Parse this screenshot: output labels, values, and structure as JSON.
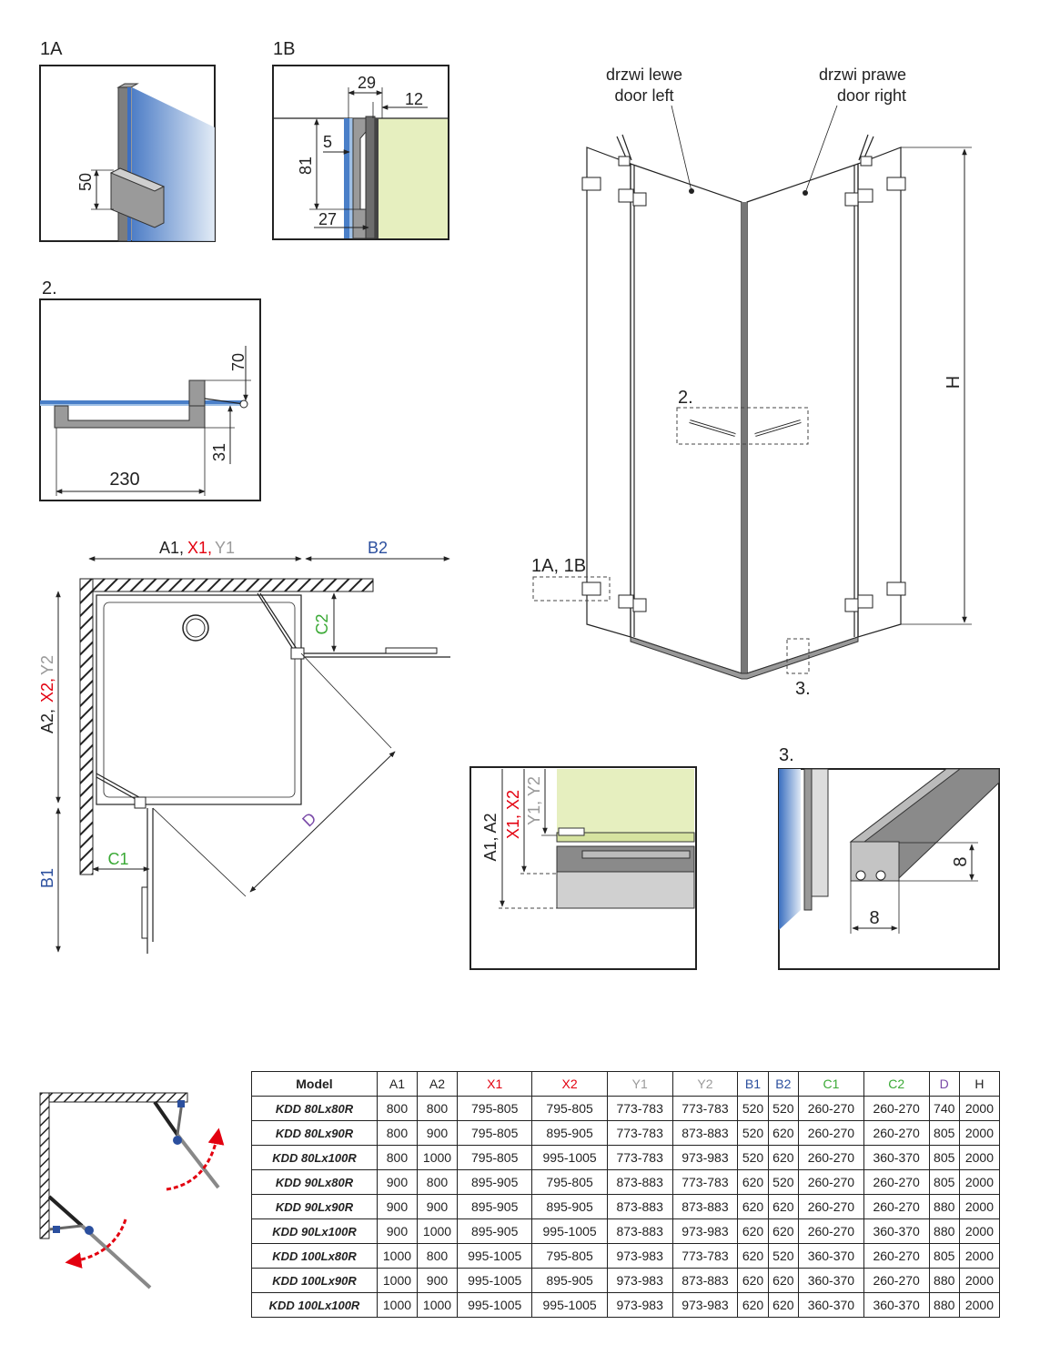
{
  "details": {
    "d1a": {
      "title": "1A",
      "dim": "50"
    },
    "d1b": {
      "title": "1B",
      "dims": [
        "29",
        "12",
        "5",
        "81",
        "27"
      ]
    },
    "d2": {
      "title": "2.",
      "dims": [
        "70",
        "31",
        "230"
      ]
    },
    "d3": {
      "title": "3.",
      "dims": [
        "8",
        "8"
      ]
    },
    "section": {
      "dims_a": "A1, A2",
      "dims_x": "X1, X2",
      "dims_y": "Y1, Y2"
    }
  },
  "elevation": {
    "left_door_pl": "drzwi lewe",
    "left_door_en": "door left",
    "right_door_pl": "drzwi prawe",
    "right_door_en": "door right",
    "height_label": "H",
    "callout_2": "2.",
    "callout_1": "1A, 1B",
    "callout_3": "3."
  },
  "plan": {
    "top_a": "A1,",
    "top_x": "X1,",
    "top_y": "Y1",
    "b2": "B2",
    "side_a": "A2,",
    "side_x": "X2,",
    "side_y": "Y2",
    "b1": "B1",
    "c1": "C1",
    "c2": "C2",
    "d": "D"
  },
  "table": {
    "headers": [
      "Model",
      "A1",
      "A2",
      "X1",
      "X2",
      "Y1",
      "Y2",
      "B1",
      "B2",
      "C1",
      "C2",
      "D",
      "H"
    ],
    "header_colors": [
      "black",
      "black",
      "black",
      "red",
      "red",
      "grey",
      "grey",
      "blue",
      "blue",
      "green",
      "green",
      "purple",
      "black"
    ],
    "rows": [
      [
        "KDD 80Lx80R",
        "800",
        "800",
        "795-805",
        "795-805",
        "773-783",
        "773-783",
        "520",
        "520",
        "260-270",
        "260-270",
        "740",
        "2000"
      ],
      [
        "KDD 80Lx90R",
        "800",
        "900",
        "795-805",
        "895-905",
        "773-783",
        "873-883",
        "520",
        "620",
        "260-270",
        "260-270",
        "805",
        "2000"
      ],
      [
        "KDD 80Lx100R",
        "800",
        "1000",
        "795-805",
        "995-1005",
        "773-783",
        "973-983",
        "520",
        "620",
        "260-270",
        "360-370",
        "805",
        "2000"
      ],
      [
        "KDD 90Lx80R",
        "900",
        "800",
        "895-905",
        "795-805",
        "873-883",
        "773-783",
        "620",
        "520",
        "260-270",
        "260-270",
        "805",
        "2000"
      ],
      [
        "KDD 90Lx90R",
        "900",
        "900",
        "895-905",
        "895-905",
        "873-883",
        "873-883",
        "620",
        "620",
        "260-270",
        "260-270",
        "880",
        "2000"
      ],
      [
        "KDD 90Lx100R",
        "900",
        "1000",
        "895-905",
        "995-1005",
        "873-883",
        "973-983",
        "620",
        "620",
        "260-270",
        "360-370",
        "880",
        "2000"
      ],
      [
        "KDD 100Lx80R",
        "1000",
        "800",
        "995-1005",
        "795-805",
        "973-983",
        "773-783",
        "620",
        "520",
        "360-370",
        "260-270",
        "805",
        "2000"
      ],
      [
        "KDD 100Lx90R",
        "1000",
        "900",
        "995-1005",
        "895-905",
        "973-983",
        "873-883",
        "620",
        "620",
        "360-370",
        "260-270",
        "880",
        "2000"
      ],
      [
        "KDD 100Lx100R",
        "1000",
        "1000",
        "995-1005",
        "995-1005",
        "973-983",
        "973-983",
        "620",
        "620",
        "360-370",
        "360-370",
        "880",
        "2000"
      ]
    ]
  }
}
